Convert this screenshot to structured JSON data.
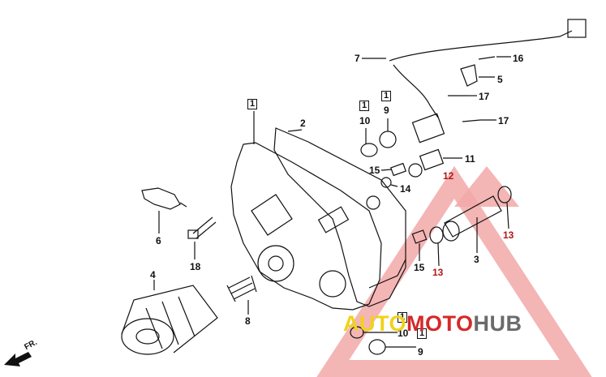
{
  "callouts": [
    {
      "id": "c1a",
      "text": "1",
      "boxed": true
    },
    {
      "id": "c2",
      "text": "2"
    },
    {
      "id": "c1b",
      "text": "1",
      "boxed": true
    },
    {
      "id": "c10a",
      "text": "10"
    },
    {
      "id": "c1c",
      "text": "1",
      "boxed": true
    },
    {
      "id": "c9a",
      "text": "9"
    },
    {
      "id": "c7",
      "text": "7"
    },
    {
      "id": "c16",
      "text": "16"
    },
    {
      "id": "c5",
      "text": "5"
    },
    {
      "id": "c17a",
      "text": "17"
    },
    {
      "id": "c17b",
      "text": "17"
    },
    {
      "id": "c11",
      "text": "11"
    },
    {
      "id": "c12",
      "text": "12"
    },
    {
      "id": "c15a",
      "text": "15"
    },
    {
      "id": "c14",
      "text": "14"
    },
    {
      "id": "c13a",
      "text": "13"
    },
    {
      "id": "c13b",
      "text": "13"
    },
    {
      "id": "c15b",
      "text": "15"
    },
    {
      "id": "c3",
      "text": "3"
    },
    {
      "id": "c6",
      "text": "6"
    },
    {
      "id": "c18",
      "text": "18"
    },
    {
      "id": "c4",
      "text": "4"
    },
    {
      "id": "c8",
      "text": "8"
    },
    {
      "id": "c1d",
      "text": "1",
      "boxed": true
    },
    {
      "id": "c10b",
      "text": "10"
    },
    {
      "id": "c1e",
      "text": "1",
      "boxed": true
    },
    {
      "id": "c9b",
      "text": "9"
    }
  ],
  "front_label": "FR.",
  "watermark": {
    "part1": "AUTO",
    "part2": "MOTO",
    "part3": "HUB"
  },
  "colors": {
    "line": "#111111",
    "watermark_triangle": "#f2a8a8",
    "watermark_red": "#d62828",
    "watermark_yellow": "#f0d21a",
    "watermark_gray": "#6b6b6b"
  }
}
